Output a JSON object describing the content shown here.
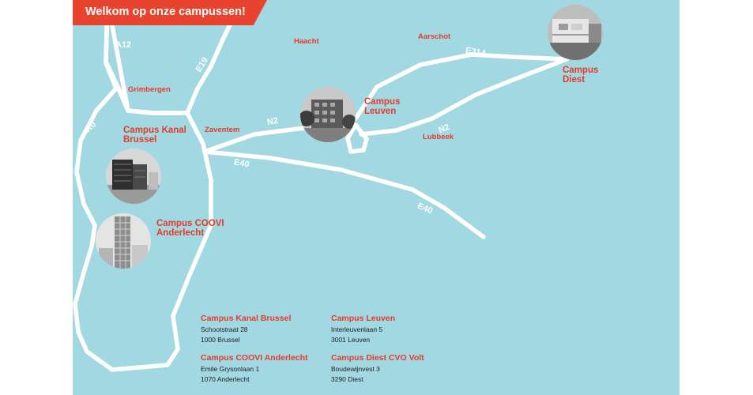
{
  "banner": {
    "title": "Welkom op onze campussen!"
  },
  "roads": {
    "a12": "A12",
    "e19": "E19",
    "r0": "R0",
    "e314": "E314",
    "n2_west": "N2",
    "n2_east": "N2",
    "e40_west": "E40",
    "e40_east": "E40"
  },
  "towns": {
    "haacht": "Haacht",
    "aarschot": "Aarschot",
    "grimbergen": "Grimbergen",
    "zaventem": "Zaventem",
    "lubbeek": "Lubbeek"
  },
  "campus_labels": {
    "kanal": [
      "Campus Kanal",
      "Brussel"
    ],
    "coovi": [
      "Campus COOVI",
      "Anderlecht"
    ],
    "leuven": [
      "Campus",
      "Leuven"
    ],
    "diest": [
      "Campus",
      "Diest"
    ]
  },
  "addresses": [
    {
      "title": "Campus Kanal Brussel",
      "line1": "Schootstraat 28",
      "line2": "1000 Brussel"
    },
    {
      "title": "Campus Leuven",
      "line1": "Interleuvenlaan 5",
      "line2": "3001 Leuven"
    },
    {
      "title": "Campus COOVI Anderlecht",
      "line1": "Emile Grysonlaan 1",
      "line2": "1070 Anderlecht"
    },
    {
      "title": "Campus Diest CVO Volt",
      "line1": "Boudewijnvest 3",
      "line2": "3290 Diest"
    }
  ],
  "colors": {
    "map_bg": "#a2d8e1",
    "accent": "#e43b2a",
    "road": "#ffffff"
  }
}
